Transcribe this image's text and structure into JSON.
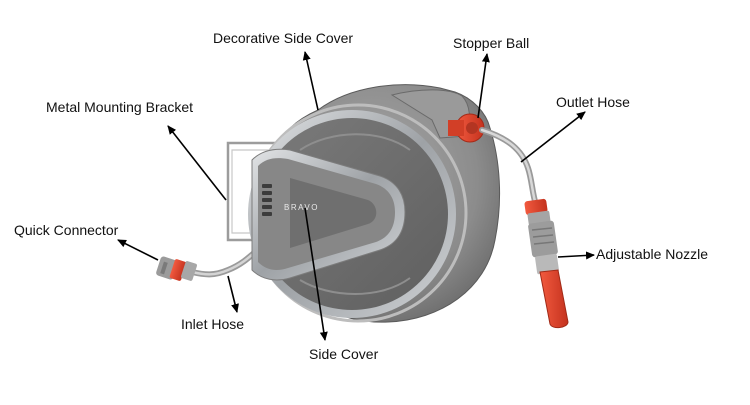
{
  "labels": {
    "decorative_side_cover": "Decorative Side Cover",
    "stopper_ball": "Stopper Ball",
    "outlet_hose": "Outlet Hose",
    "metal_mounting_bracket": "Metal Mounting Bracket",
    "quick_connector": "Quick Connector",
    "adjustable_nozzle": "Adjustable Nozzle",
    "inlet_hose": "Inlet Hose",
    "side_cover": "Side Cover"
  },
  "brand_text": "BRAVO",
  "colors": {
    "body_grey": "#8a8a8a",
    "cover_dark": "#6e6e6e",
    "chrome": "#b9bcbf",
    "accent_red": "#e2432c",
    "hose_silver": "#b8b8b8",
    "arrow_black": "#000000"
  }
}
